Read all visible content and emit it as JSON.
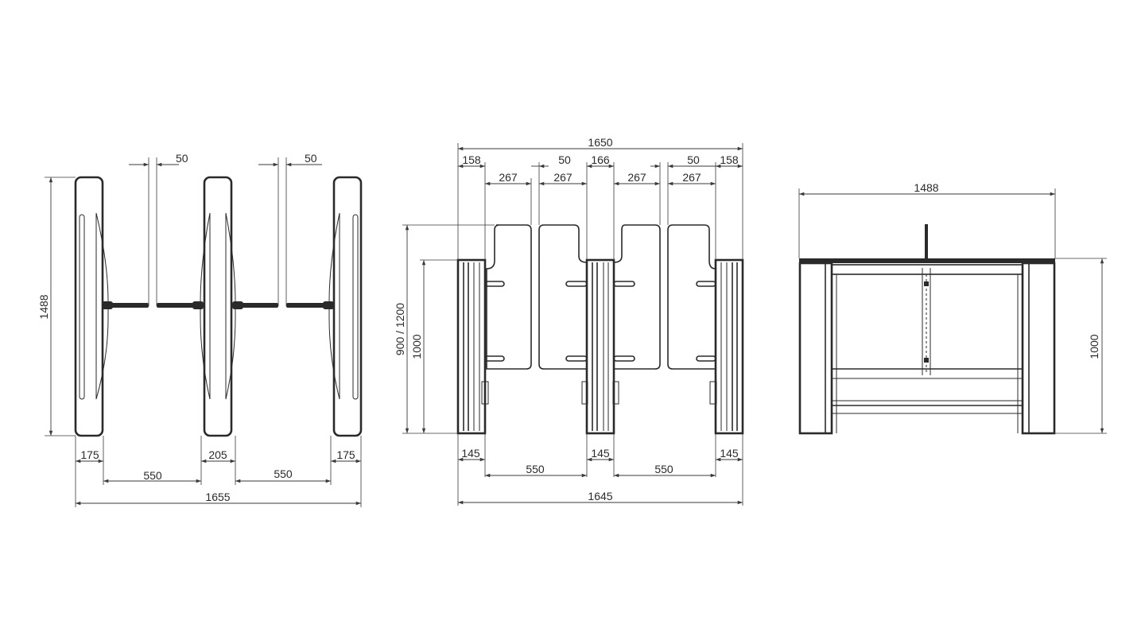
{
  "colors": {
    "line": "#2a2a2a",
    "background": "#ffffff"
  },
  "plan_view": {
    "dim_top_left": "50",
    "dim_top_right": "50",
    "dim_height": "1488",
    "dim_left_unit": "175",
    "dim_middle_unit": "205",
    "dim_right_unit": "175",
    "dim_lane_left": "550",
    "dim_lane_right": "550",
    "dim_total": "1655"
  },
  "front_view": {
    "dim_overall_top": "1650",
    "dim_end_left": "158",
    "dim_gap_left": "50",
    "dim_middle": "166",
    "dim_gap_right": "50",
    "dim_end_right": "158",
    "dim_panel_1": "267",
    "dim_panel_2": "267",
    "dim_panel_3": "267",
    "dim_panel_4": "267",
    "dim_panel_height": "900 / 1200",
    "dim_body_height": "1000",
    "dim_cab_left": "145",
    "dim_cab_middle": "145",
    "dim_cab_right": "145",
    "dim_lane_left": "550",
    "dim_lane_right": "550",
    "dim_total_bottom": "1645"
  },
  "side_view": {
    "dim_length": "1488",
    "dim_height": "1000"
  }
}
